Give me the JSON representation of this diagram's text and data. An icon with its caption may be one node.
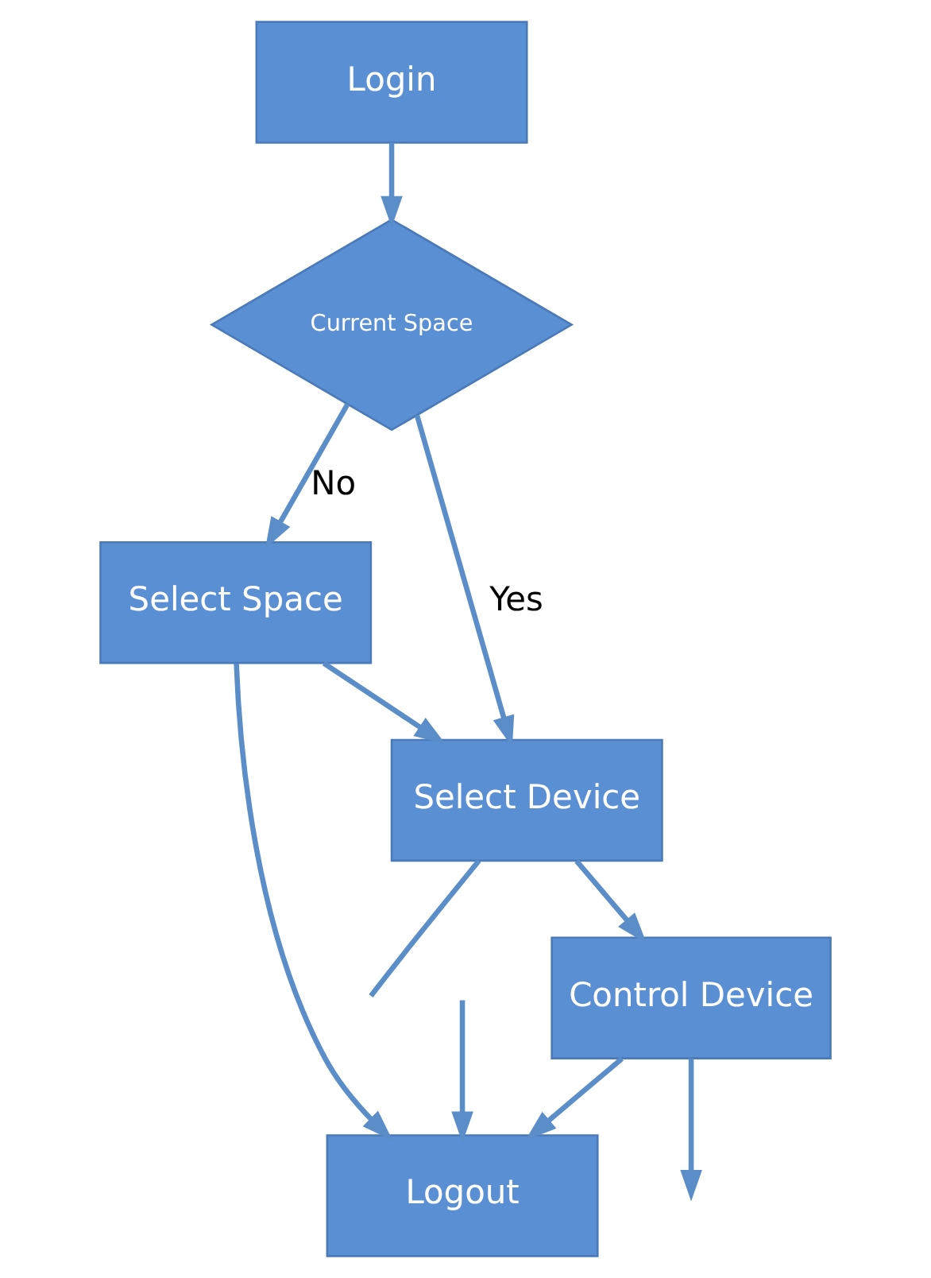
{
  "diagram": {
    "nodes": [
      {
        "text": [
          "Login"
        ]
      },
      {
        "text": [
          "Current Space"
        ]
      },
      {
        "text": [
          "Select Space"
        ]
      },
      {
        "text": [
          "Select Device"
        ]
      },
      {
        "text": [
          "Control Device"
        ]
      },
      {
        "text": [
          "Logout"
        ]
      }
    ],
    "edges": [
      {
        "from": 0,
        "to": 1,
        "arrow": "to"
      },
      {
        "from": 1,
        "to": 2,
        "arrow": "to",
        "label": "No"
      },
      {
        "from": 1,
        "to": 3,
        "arrow": "to",
        "label": "Yes"
      },
      {
        "from": 2,
        "to": 3,
        "arrow": "to"
      },
      {
        "from": 3,
        "to": 4,
        "arrow": "to"
      },
      {
        "from": 4,
        "to": 5,
        "arrow": "to"
      },
      {
        "from": 2,
        "to": 5,
        "arrow": "to"
      },
      {
        "from": 3,
        "to": null,
        "arrow": "none"
      },
      {
        "from": 4,
        "to": null,
        "arrow": "to"
      },
      {
        "from": null,
        "to": 5,
        "arrow": "to"
      }
    ]
  }
}
